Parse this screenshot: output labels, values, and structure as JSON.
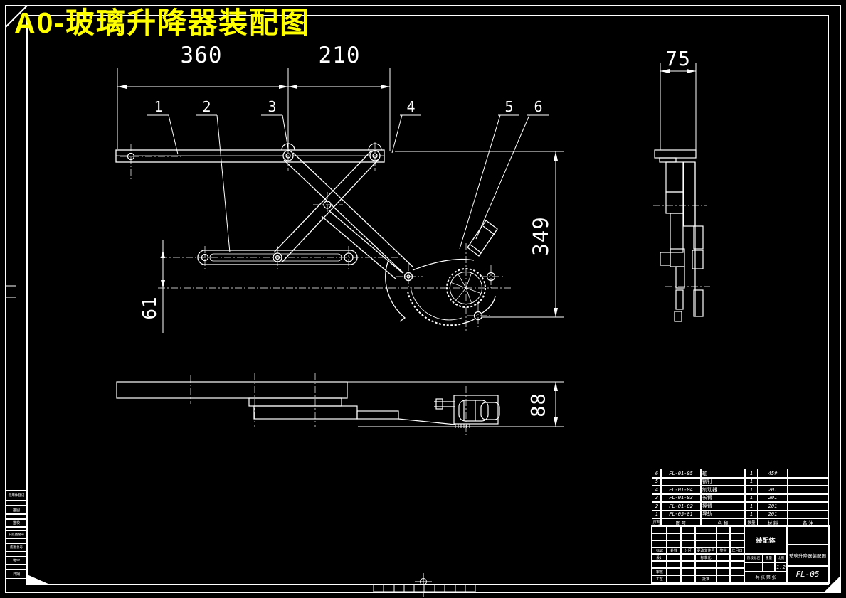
{
  "colors": {
    "background": "#000000",
    "line": "#ffffff",
    "title_text": "#ffff00"
  },
  "title": "A0-玻璃升降器装配图",
  "dimensions": {
    "top_left": "360",
    "top_mid": "210",
    "side_width": "75",
    "height_right": "349",
    "height_left": "61",
    "bottom_height": "88"
  },
  "callouts": [
    "1",
    "2",
    "3",
    "4",
    "5",
    "6"
  ],
  "parts_table": {
    "headers": [
      "序号",
      "图  号",
      "名  称",
      "数量",
      "材  料",
      "备  注"
    ],
    "rows": [
      {
        "no": "6",
        "code": "FL-01-05",
        "name": "轴",
        "qty": "1",
        "material": "45#",
        "note": ""
      },
      {
        "no": "5",
        "code": "",
        "name": "铆钉",
        "qty": "1",
        "material": "",
        "note": ""
      },
      {
        "no": "4",
        "code": "FL-01-04",
        "name": "制动器",
        "qty": "1",
        "material": "201",
        "note": ""
      },
      {
        "no": "3",
        "code": "FL-01-03",
        "name": "长臂",
        "qty": "1",
        "material": "201",
        "note": ""
      },
      {
        "no": "2",
        "code": "FL-01-02",
        "name": "摇臂",
        "qty": "1",
        "material": "201",
        "note": ""
      },
      {
        "no": "1",
        "code": "FL-05-01",
        "name": "导轨",
        "qty": "1",
        "material": "201",
        "note": ""
      }
    ]
  },
  "title_block": {
    "rev_headers": [
      "标记",
      "处数",
      "分区",
      "更改文件号",
      "签字",
      "年月日"
    ],
    "design_label": "设计",
    "standard_label": "标准化",
    "check_label": "审核",
    "process_label": "工艺",
    "approve_label": "批准",
    "assembly_label": "装配体",
    "stage_label": "阶段标记",
    "weight_label": "重量",
    "scale_label": "比例",
    "scale_value": "1:2",
    "sheet_note": "共  张  第  张",
    "drawing_name": "玻璃升降器装配图",
    "drawing_no": "FL-05"
  },
  "margin": {
    "cells": [
      "借用件登记",
      "",
      "描图",
      "",
      "描校",
      "",
      "旧底图总号",
      "",
      "底图总号",
      "",
      "签字",
      "",
      "日期"
    ]
  }
}
